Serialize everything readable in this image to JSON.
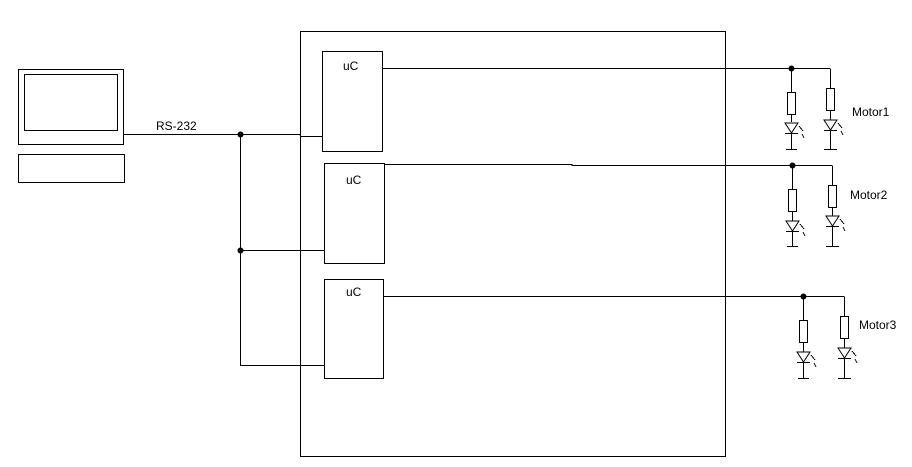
{
  "diagram": {
    "link_label": "RS-232",
    "controllers": [
      {
        "label": "uC"
      },
      {
        "label": "uC"
      },
      {
        "label": "uC"
      }
    ],
    "motors": [
      {
        "label": "Motor1"
      },
      {
        "label": "Motor2"
      },
      {
        "label": "Motor3"
      }
    ]
  },
  "colors": {
    "stroke": "#000000",
    "background": "#ffffff"
  },
  "icons": {
    "computer": "computer-icon",
    "resistor": "resistor-icon",
    "led": "led-icon",
    "junction": "junction-dot"
  }
}
